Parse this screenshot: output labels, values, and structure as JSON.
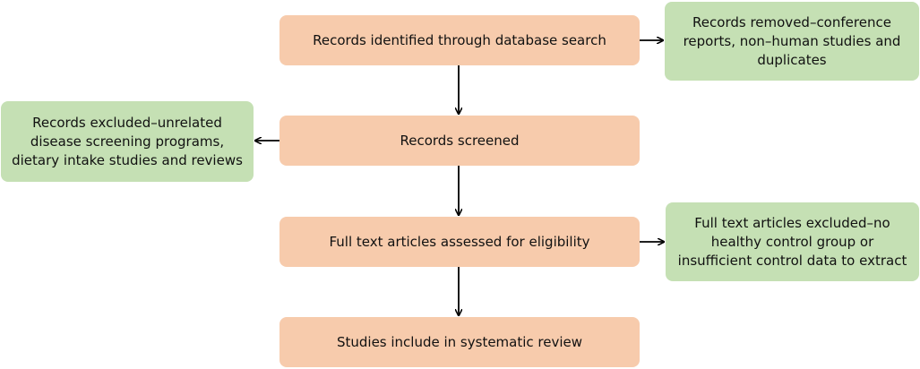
{
  "main_steps": [
    "Records identified through database search",
    "Records screened",
    "Full text articles assessed for eligibility",
    "Studies include in systematic review"
  ],
  "exclusions": {
    "after_identification": "Records removed–conference reports, non–human studies and duplicates",
    "after_screening": "Records excluded–unrelated disease screening programs, dietary intake studies and reviews",
    "after_eligibility": "Full text articles excluded–no healthy control group or insufficient control data to extract"
  },
  "colors": {
    "main_box": "#F7CBAC",
    "exclusion_box": "#C5E0B4",
    "arrow": "#000000"
  }
}
